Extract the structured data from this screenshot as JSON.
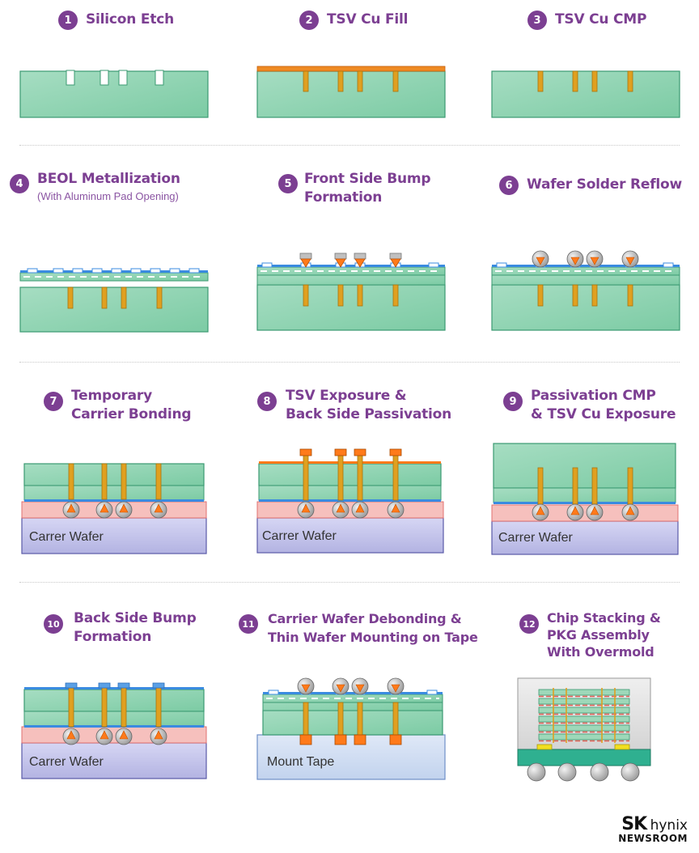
{
  "steps": [
    {
      "num": "1",
      "title": "Silicon Etch"
    },
    {
      "num": "2",
      "title": "TSV Cu Fill"
    },
    {
      "num": "3",
      "title": "TSV Cu CMP"
    },
    {
      "num": "4",
      "title": "BEOL Metallization",
      "subtitle": "(With Aluminum Pad Opening)"
    },
    {
      "num": "5",
      "title": "Front Side Bump",
      "title2": "Formation"
    },
    {
      "num": "6",
      "title": "Wafer Solder Reflow"
    },
    {
      "num": "7",
      "title": "Temporary",
      "title2": "Carrier Bonding"
    },
    {
      "num": "8",
      "title": "TSV Exposure &",
      "title2": "Back Side Passivation"
    },
    {
      "num": "9",
      "title": "Passivation CMP",
      "title2": "& TSV Cu Exposure"
    },
    {
      "num": "10",
      "title": "Back Side Bump",
      "title2": "Formation"
    },
    {
      "num": "11",
      "title": "Carrier Wafer Debonding &",
      "title2": "Thin Wafer Mounting on Tape"
    },
    {
      "num": "12",
      "title": "Chip Stacking &",
      "title2": "PKG Assembly",
      "title3": "With Overmold"
    }
  ],
  "labels": {
    "carrier_wafer": "Carrer Wafer",
    "mount_tape": "Mount Tape"
  },
  "brand": {
    "sk": "SK",
    "hynix": "hynix",
    "newsroom": "NEWSROOM"
  },
  "colors": {
    "silicon": "#8fd3b0",
    "copper": "#e0a020",
    "bump_cap": "#c0c0c0",
    "solder": "#ff7a1a",
    "passivation": "#3a8be0",
    "bond_layer": "#f6c0bd",
    "carrier": "#c8c8ee",
    "title": "#7c3f92"
  }
}
